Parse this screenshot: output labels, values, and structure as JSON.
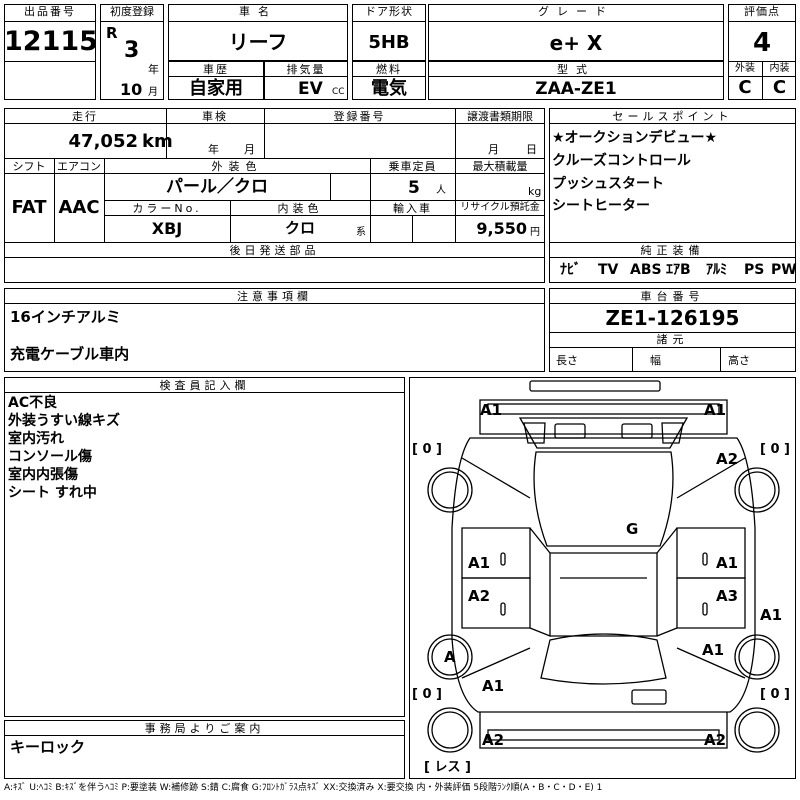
{
  "labels": {
    "lot_number": "出品番号",
    "first_registration": "初度登録",
    "car_name": "車名",
    "door_type": "ドア形状",
    "grade": "グレード",
    "score": "評価点",
    "year_unit": "年",
    "month_unit": "月",
    "history": "車歴",
    "displacement": "排気量",
    "cc_unit": "CC",
    "fuel": "燃料",
    "model_code": "型式",
    "exterior": "外装",
    "interior": "内装",
    "mileage": "走行",
    "inspection": "車検",
    "registration_number": "登録番号",
    "transfer_deadline": "譲渡書類期限",
    "sales_points": "セールスポイント",
    "shift": "シフト",
    "aircon": "エアコン",
    "exterior_color": "外装色",
    "capacity": "乗車定員",
    "max_load": "最大積載量",
    "person_unit": "人",
    "kg_unit": "kg",
    "color_no": "カラーNo.",
    "interior_color": "内装色",
    "import": "輸入車",
    "recycle_fee": "リサイクル預託金",
    "kei_unit": "系",
    "yen_unit": "円",
    "later_parts": "後日発送部品",
    "genuine_equipment": "純正装備",
    "notes": "注意事項欄",
    "chassis_number": "車台番号",
    "dimensions": "諸元",
    "length": "長さ",
    "width": "幅",
    "height": "高さ",
    "inspector_notes": "検査員記入欄",
    "office_notes": "事務局よりご案内"
  },
  "vehicle": {
    "lot_number": "12115",
    "era": "R",
    "reg_year": "3",
    "reg_month": "10",
    "car_name": "リーフ",
    "door_type": "5HB",
    "grade": "e+ X",
    "score": "4",
    "history": "自家用",
    "displacement": "EV",
    "fuel": "電気",
    "model_code": "ZAA-ZE1",
    "exterior_score": "C",
    "interior_score": "C",
    "mileage": "47,052",
    "mileage_unit": "km",
    "shift": "FAT",
    "aircon": "AAC",
    "exterior_color": "パール／クロ",
    "capacity": "5",
    "color_no": "XBJ",
    "interior_color": "クロ",
    "recycle_fee": "9,550",
    "chassis_number": "ZE1-126195"
  },
  "sales_points": [
    "★オークションデビュー★",
    "クルーズコントロール",
    "プッシュスタート",
    "シートヒーター"
  ],
  "equipment": [
    "ﾅﾋﾞ",
    "TV",
    "ABS",
    "ｴｱB",
    "ｱﾙﾐ",
    "PS",
    "PW"
  ],
  "notes": [
    "16インチアルミ",
    "充電ケーブル車内"
  ],
  "inspector_notes": [
    "AC不良",
    "外装うすい線キズ",
    "室内汚れ",
    "コンソール傷",
    "室内内張傷",
    "シート すれ中"
  ],
  "office_notes": [
    "キーロック"
  ],
  "diagram": {
    "bracket_tl": "[ 0 ]",
    "bracket_tr": "[ 0 ]",
    "bracket_bl": "[ 0 ]",
    "bracket_br": "[ 0 ]",
    "bracket_bottom": "[ レス ]",
    "marks": {
      "front_left": "A1",
      "front_right": "A1",
      "front_right_fender": "A2",
      "windshield": "G",
      "left_front_door": "A1",
      "right_front_door": "A1",
      "left_rear_door": "A2",
      "right_rear_door": "A3",
      "right_side": "A1",
      "left_rear_wheel": "A",
      "right_rear_fender": "A1",
      "left_rear_fender": "A1",
      "rear_left": "A2",
      "rear_right": "A2"
    }
  },
  "legend": "A:ｷｽﾞ U:ﾍｺﾐ B:ｷｽﾞを伴うﾍｺﾐ P:要塗装 W:補修跡 S:錆 C:腐食 G:ﾌﾛﾝﾄｶﾞﾗｽ点ｷｽﾞ XX:交換済み X:要交換 内・外装評価 5段階ﾗﾝｸ順(A・B・C・D・E) 1"
}
